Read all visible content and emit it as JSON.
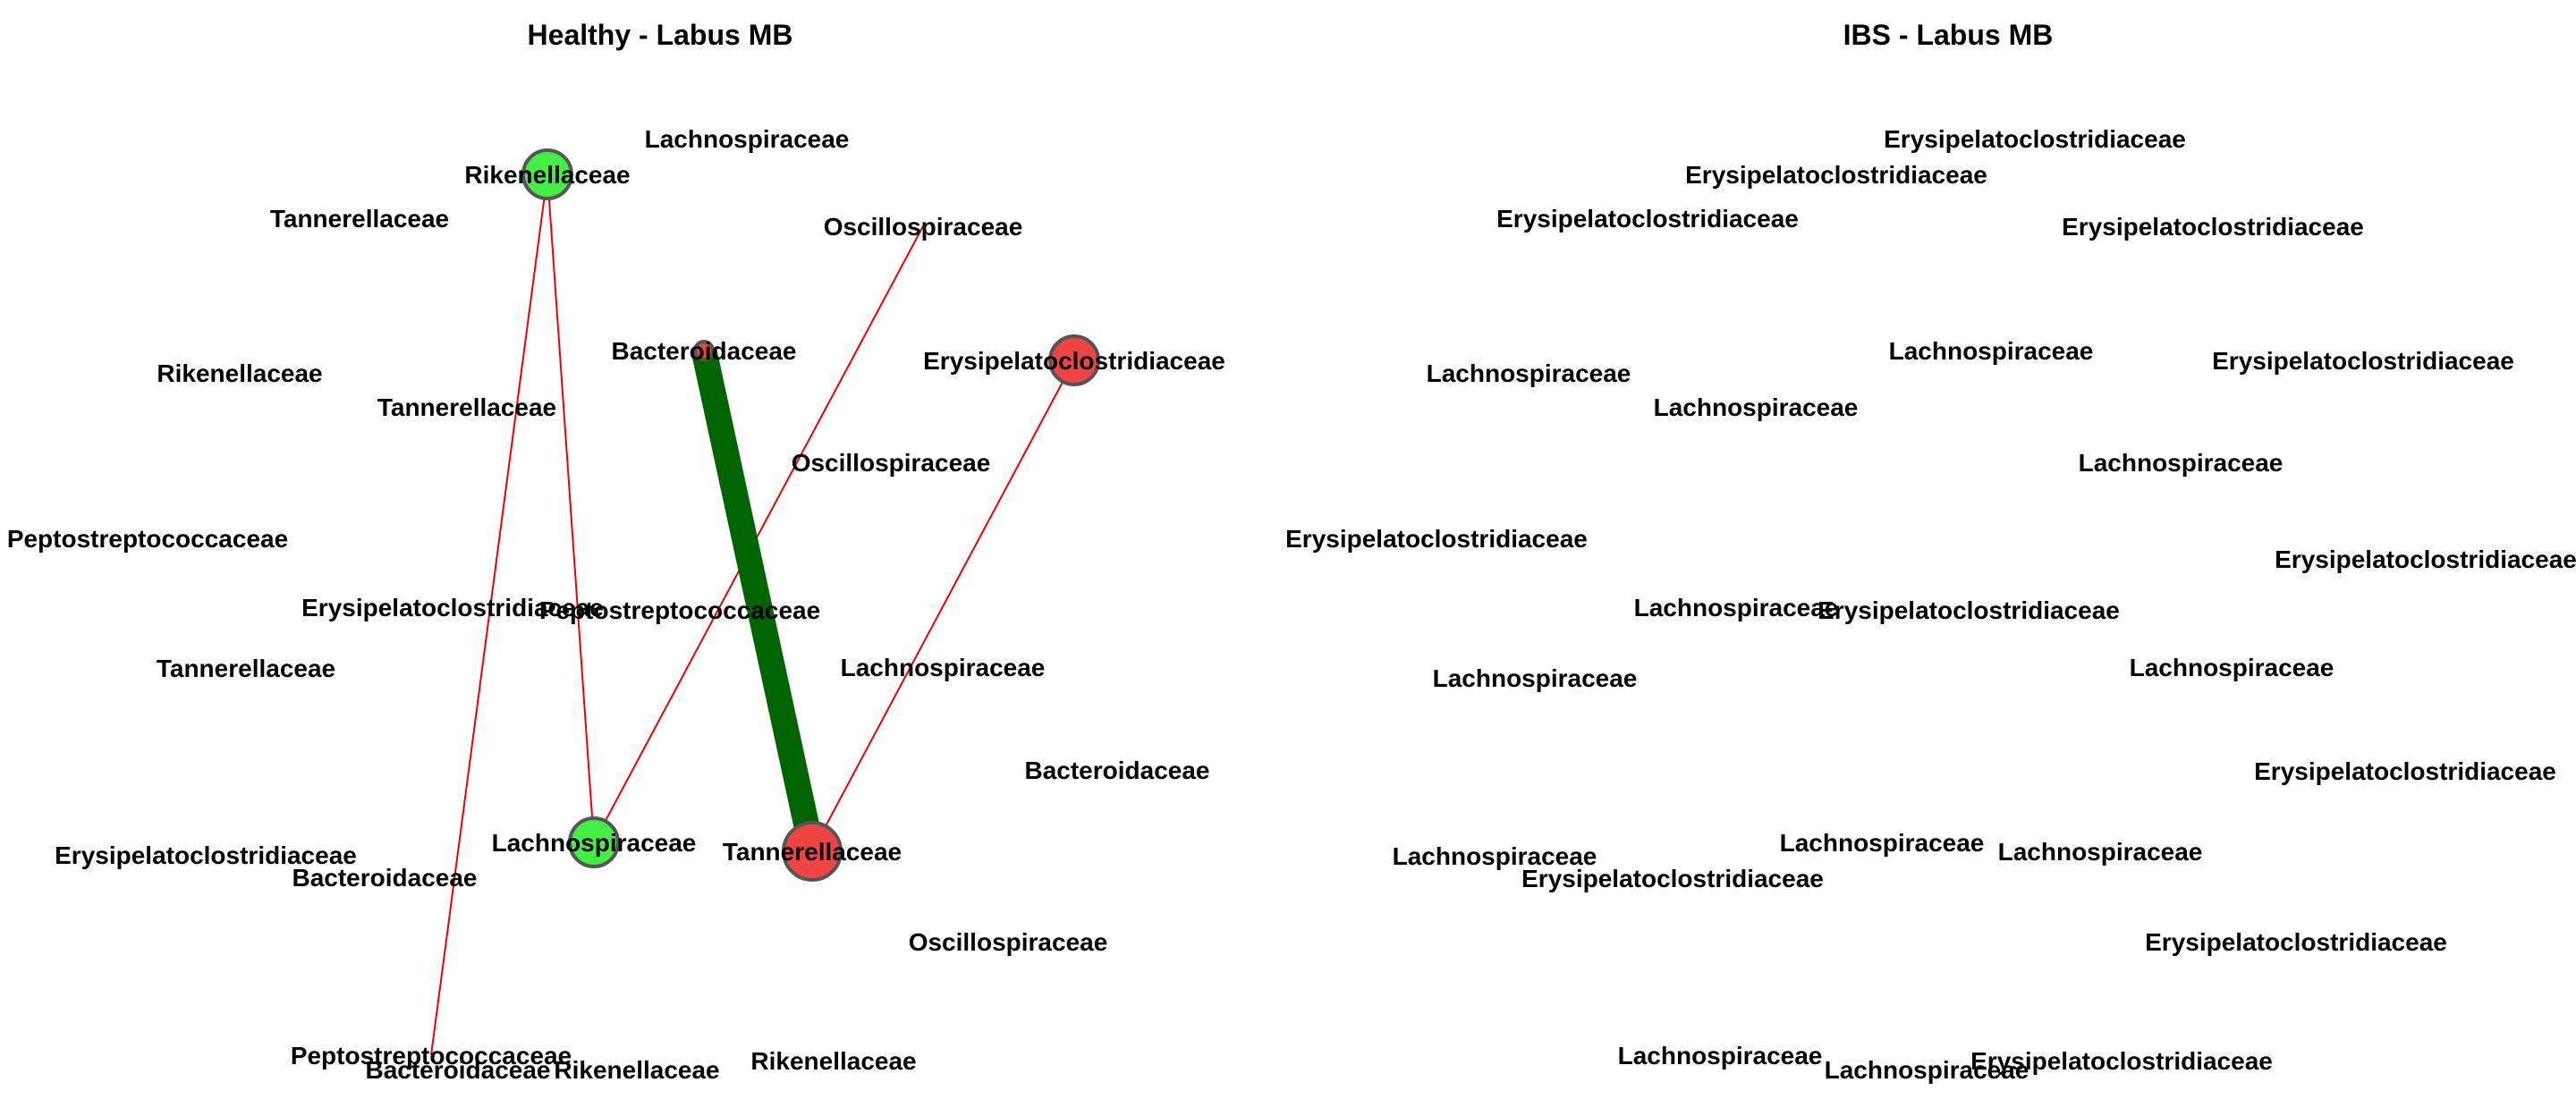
{
  "panels": [
    {
      "title": "Healthy - Labus MB",
      "nodes": [
        {
          "label": "Lachnospiraceae",
          "shown": false
        },
        {
          "label": "Rikenellaceae",
          "shown": true,
          "color": "#44ee44"
        },
        {
          "label": "Tannerellaceae",
          "shown": false
        },
        {
          "label": "Oscillospiraceae",
          "shown": false
        },
        {
          "label": "Bacteroidaceae",
          "shown": true,
          "color": "#ee4444"
        },
        {
          "label": "Erysipelatoclostridiaceae",
          "shown": true,
          "color": "#ee4444"
        },
        {
          "label": "Rikenellaceae",
          "shown": false
        },
        {
          "label": "Tannerellaceae",
          "shown": false
        },
        {
          "label": "Oscillospiraceae",
          "shown": false
        },
        {
          "label": "Peptostreptococcaceae",
          "shown": false
        },
        {
          "label": "Erysipelatoclostridiaceae",
          "shown": false
        },
        {
          "label": "Peptostreptococcaceae",
          "shown": false
        },
        {
          "label": "Tannerellaceae",
          "shown": false
        },
        {
          "label": "Lachnospiraceae",
          "shown": false
        },
        {
          "label": "Bacteroidaceae",
          "shown": false
        },
        {
          "label": "Rikenellaceae",
          "shown": false
        },
        {
          "label": "Erysipelatoclostridiaceae",
          "shown": false
        },
        {
          "label": "Lachnospiraceae",
          "shown": true,
          "color": "#44ee44"
        },
        {
          "label": "Tannerellaceae",
          "shown": true,
          "color": "#ee4444"
        },
        {
          "label": "Bacteroidaceae",
          "shown": false
        },
        {
          "label": "Oscillospiraceae",
          "shown": false
        },
        {
          "label": "Peptostreptococcaceae",
          "shown": false
        },
        {
          "label": "Rikenellaceae",
          "shown": false
        },
        {
          "label": "Bacteroidaceae",
          "shown": false
        }
      ],
      "edges": [
        {
          "from": 1,
          "to": 17,
          "color": "#ee0000",
          "weight": 1
        },
        {
          "from": 1,
          "to": 21,
          "color": "#ee0000",
          "weight": 1
        },
        {
          "from": 3,
          "to": 17,
          "color": "#ee0000",
          "weight": 1
        },
        {
          "from": 5,
          "to": 18,
          "color": "#ee0000",
          "weight": 1
        },
        {
          "from": 4,
          "to": 18,
          "color": "#006400",
          "weight": 12
        }
      ]
    },
    {
      "title": "IBS - Labus MB",
      "nodes": [
        {
          "label": "Erysipelatoclostridiaceae",
          "shown": false
        },
        {
          "label": "Erysipelatoclostridiaceae",
          "shown": false
        },
        {
          "label": "Erysipelatoclostridiaceae",
          "shown": false
        },
        {
          "label": "Erysipelatoclostridiaceae",
          "shown": false
        },
        {
          "label": "Lachnospiraceae",
          "shown": false
        },
        {
          "label": "Lachnospiraceae",
          "shown": false
        },
        {
          "label": "Erysipelatoclostridiaceae",
          "shown": false
        },
        {
          "label": "Lachnospiraceae",
          "shown": false
        },
        {
          "label": "Lachnospiraceae",
          "shown": false
        },
        {
          "label": "Erysipelatoclostridiaceae",
          "shown": false
        },
        {
          "label": "Erysipelatoclostridiaceae",
          "shown": false
        },
        {
          "label": "Lachnospiraceae",
          "shown": false
        },
        {
          "label": "Erysipelatoclostridiaceae",
          "shown": false
        },
        {
          "label": "Lachnospiraceae",
          "shown": false
        },
        {
          "label": "Lachnospiraceae",
          "shown": false
        },
        {
          "label": "Erysipelatoclostridiaceae",
          "shown": false
        },
        {
          "label": "Lachnospiraceae",
          "shown": false
        },
        {
          "label": "Lachnospiraceae",
          "shown": false
        },
        {
          "label": "Lachnospiraceae",
          "shown": false
        },
        {
          "label": "Erysipelatoclostridiaceae",
          "shown": false
        },
        {
          "label": "Erysipelatoclostridiaceae",
          "shown": false
        },
        {
          "label": "Lachnospiraceae",
          "shown": false
        },
        {
          "label": "Lachnospiraceae",
          "shown": false
        },
        {
          "label": "Erysipelatoclostridiaceae",
          "shown": false
        }
      ],
      "edges": []
    }
  ]
}
